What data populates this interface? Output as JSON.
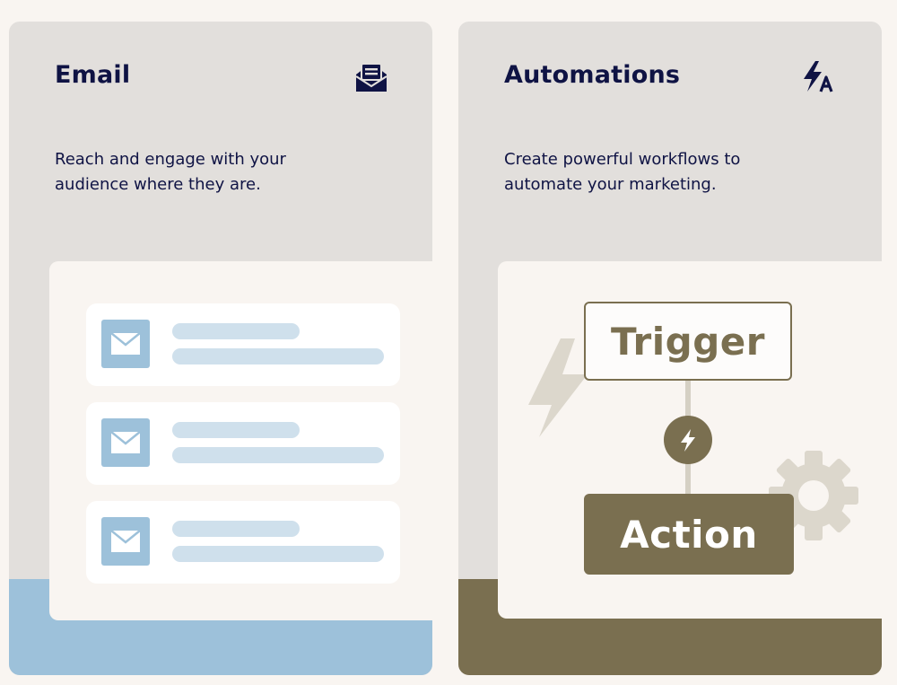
{
  "cards": {
    "email": {
      "title": "Email",
      "description": "Reach and engage with your audience where they are.",
      "icon": "envelope-letter-icon",
      "accent_color": "#9dc1da",
      "rows": [
        {
          "icon": "envelope-icon"
        },
        {
          "icon": "envelope-icon"
        },
        {
          "icon": "envelope-icon"
        }
      ]
    },
    "automations": {
      "title": "Automations",
      "description": "Create powerful workflows to automate your marketing.",
      "icon": "lightning-a-icon",
      "accent_color": "#7a6f50",
      "trigger_label": "Trigger",
      "action_label": "Action",
      "decorations": [
        "lightning-bolt-icon",
        "gear-icon"
      ]
    }
  },
  "colors": {
    "page_bg": "#f9f5f1",
    "card_bg": "#e2dfdc",
    "text_primary": "#0f1344"
  }
}
